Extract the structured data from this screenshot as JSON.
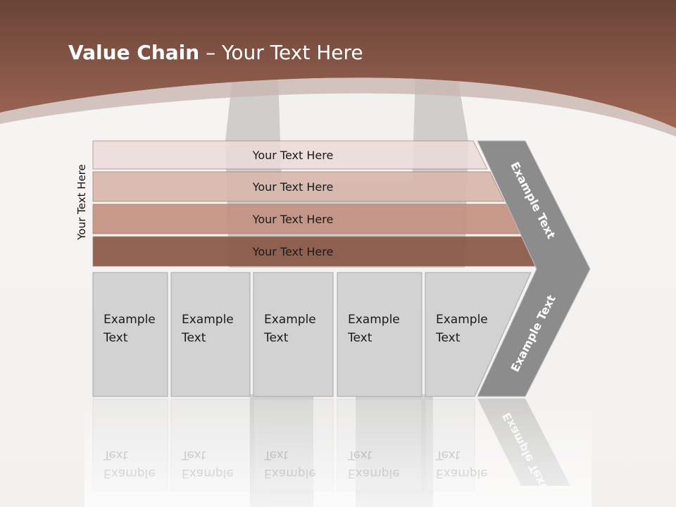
{
  "slide": {
    "title_bold": "Value Chain",
    "title_rest": " – Your Text Here",
    "side_label": "Your Text Here"
  },
  "bars": [
    {
      "label": "Your Text Here",
      "color": "#ecdcd8"
    },
    {
      "label": "Your Text Here",
      "color": "#d8b8ae"
    },
    {
      "label": "Your Text Here",
      "color": "#c49282"
    },
    {
      "label": "Your Text Here",
      "color": "#8a5646"
    }
  ],
  "boxes": [
    {
      "line1": "Example",
      "line2": "Text"
    },
    {
      "line1": "Example",
      "line2": "Text"
    },
    {
      "line1": "Example",
      "line2": "Text"
    },
    {
      "line1": "Example",
      "line2": "Text"
    },
    {
      "line1": "Example",
      "line2": "Text"
    }
  ],
  "chevron": {
    "upper_label": "Example Text",
    "lower_label": "Example Text",
    "color": "#8c8c8c"
  },
  "colors": {
    "header_dark": "#6a4438",
    "header_light": "#9e6654",
    "box_fill": "#d2d2d2",
    "box_stroke": "#a8a8a8"
  }
}
